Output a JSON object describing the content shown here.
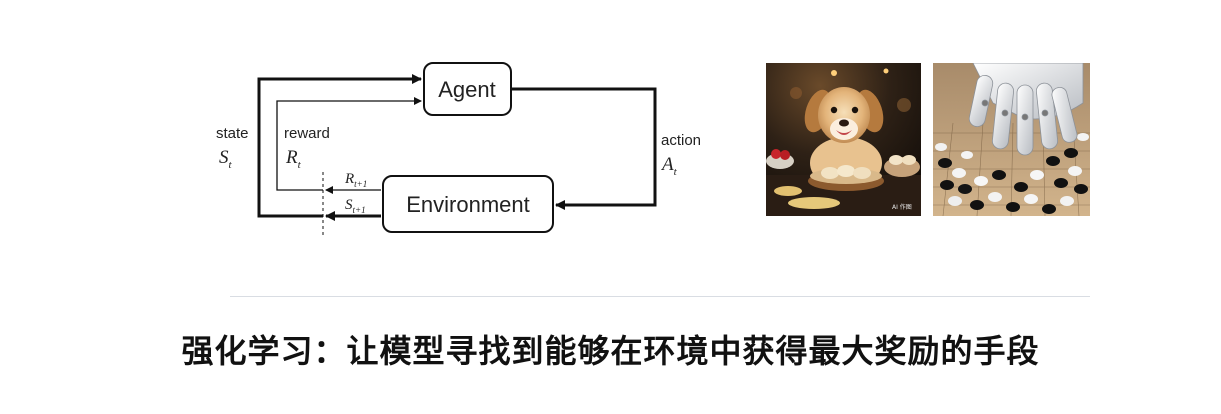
{
  "diagram": {
    "agent_label": "Agent",
    "environment_label": "Environment",
    "state_word": "state",
    "state_symbol": "S",
    "state_sub": "t",
    "reward_word": "reward",
    "reward_symbol": "R",
    "reward_sub": "t",
    "action_word": "action",
    "action_symbol": "A",
    "action_sub": "t",
    "next_reward_symbol": "R",
    "next_reward_sub": "t+1",
    "next_state_symbol": "S",
    "next_state_sub": "t+1"
  },
  "images": {
    "dog_watermark": "AI 作图"
  },
  "caption": "强化学习：让模型寻找到能够在环境中获得最大奖励的手段"
}
